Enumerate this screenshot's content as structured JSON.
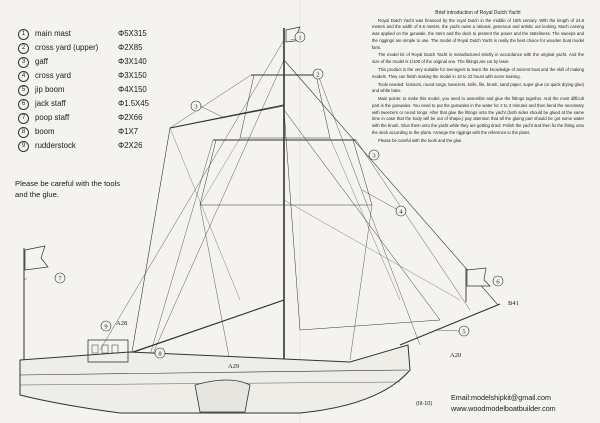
{
  "parts": [
    {
      "num": "1",
      "name": "main mast",
      "spec": "Φ5X315"
    },
    {
      "num": "2",
      "name": "cross yard (upper)",
      "spec": "Φ2X85"
    },
    {
      "num": "3",
      "name": "gaff",
      "spec": "Φ3X140"
    },
    {
      "num": "4",
      "name": "cross yard",
      "spec": "Φ3X150"
    },
    {
      "num": "5",
      "name": "jip boom",
      "spec": "Φ4X150"
    },
    {
      "num": "6",
      "name": "jack staff",
      "spec": "Φ1.5X45"
    },
    {
      "num": "7",
      "name": "poop staff",
      "spec": "Φ2X66"
    },
    {
      "num": "8",
      "name": "boom",
      "spec": "Φ1X7"
    },
    {
      "num": "9",
      "name": "rudderstock",
      "spec": "Φ2X26"
    }
  ],
  "care_note": "Please be careful with the tools and the glue.",
  "intro": {
    "title": "Brief introduction of Royal Dutch Yacht",
    "paragraphs": [
      "Royal Dutch Yacht was financed by the royal Dutch in the middle of 16th century. With the length of 24.8 meters and the width of 6.6 meters, the yacht owns a rational, generous and artistic out looking. Much carving was applied on the gunwale, the stern and the deck to present the power and the stateliness. The sweeps and the riggings are simple to use. The model of Royal Dutch Yacht is really the best choice for wooden boat model fans.",
      "The model kit of Royal Dutch Yacht is manufactured strictly in accordance with the original yacht. And the size of the model is 1/100 of the original one. The fittings are cut by laser.",
      "This product is the very suitable for teenagers to learn the knowledge of ancient boat and the skill of making models. They can finish making the model in 18 to 22 hours with some training.",
      "Tools needed: scissors, round tongs, tweezers, knife, file, brush, sand paper, super glue (or quick drying glue) and white latex.",
      "Main points: to make this model, you need to assemble and glue the fittings together. And the most difficult part is the gunwales. You need to put the gunwales in the water for 2 to 3 minutes and then bend the necessary with tweezers or round tongs. After that glue the fittings onto the yacht (both sides should be glued at the same time in case that the body will be out of shape.) pay attention that all the gluing part should be got some water with the brush. Glue them onto the yacht while they are getting dried. Polish the yacht and then fix the fitting onto the deck according to the plans. Arrange the riggings with the reference to the plans.",
      "Please be careful with the tools and the glue."
    ]
  },
  "contacts": {
    "email": "Email:modelshipkit@gmail.com",
    "website": "www.woodmodelboatbuilder.com"
  },
  "drawing": {
    "callouts": [
      "1",
      "2",
      "3",
      "3",
      "4",
      "5",
      "6",
      "7",
      "8",
      "9"
    ],
    "refs": {
      "a28": "A28",
      "a29": "A29",
      "a20": "A20",
      "b41": "B41",
      "sheet": "(III-10)"
    }
  }
}
